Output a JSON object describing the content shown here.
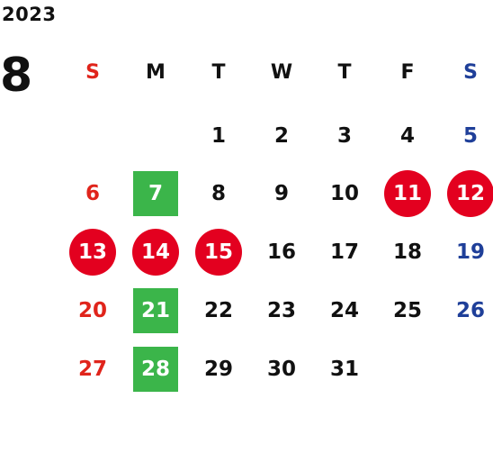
{
  "calendar": {
    "year": "2023",
    "month": "8",
    "weekdays": [
      "S",
      "M",
      "T",
      "W",
      "T",
      "F",
      "S"
    ],
    "colors": {
      "default_text": "#111111",
      "sunday_text": "#e0241b",
      "saturday_text": "#1f3f99",
      "holiday_fill": "#e3001f",
      "closed_fill": "#3bb54a",
      "highlight_text": "#ffffff"
    },
    "weeks": [
      [
        {
          "day": "",
          "mark": "none"
        },
        {
          "day": "",
          "mark": "none"
        },
        {
          "day": "1",
          "mark": "none"
        },
        {
          "day": "2",
          "mark": "none"
        },
        {
          "day": "3",
          "mark": "none"
        },
        {
          "day": "4",
          "mark": "none"
        },
        {
          "day": "5",
          "mark": "none"
        }
      ],
      [
        {
          "day": "6",
          "mark": "none"
        },
        {
          "day": "7",
          "mark": "green-square"
        },
        {
          "day": "8",
          "mark": "none"
        },
        {
          "day": "9",
          "mark": "none"
        },
        {
          "day": "10",
          "mark": "none"
        },
        {
          "day": "11",
          "mark": "red-circle"
        },
        {
          "day": "12",
          "mark": "red-circle"
        }
      ],
      [
        {
          "day": "13",
          "mark": "red-circle"
        },
        {
          "day": "14",
          "mark": "red-circle"
        },
        {
          "day": "15",
          "mark": "red-circle"
        },
        {
          "day": "16",
          "mark": "none"
        },
        {
          "day": "17",
          "mark": "none"
        },
        {
          "day": "18",
          "mark": "none"
        },
        {
          "day": "19",
          "mark": "none"
        }
      ],
      [
        {
          "day": "20",
          "mark": "none"
        },
        {
          "day": "21",
          "mark": "green-square"
        },
        {
          "day": "22",
          "mark": "none"
        },
        {
          "day": "23",
          "mark": "none"
        },
        {
          "day": "24",
          "mark": "none"
        },
        {
          "day": "25",
          "mark": "none"
        },
        {
          "day": "26",
          "mark": "none"
        }
      ],
      [
        {
          "day": "27",
          "mark": "none"
        },
        {
          "day": "28",
          "mark": "green-square"
        },
        {
          "day": "29",
          "mark": "none"
        },
        {
          "day": "30",
          "mark": "none"
        },
        {
          "day": "31",
          "mark": "none"
        },
        {
          "day": "",
          "mark": "none"
        },
        {
          "day": "",
          "mark": "none"
        }
      ]
    ]
  }
}
